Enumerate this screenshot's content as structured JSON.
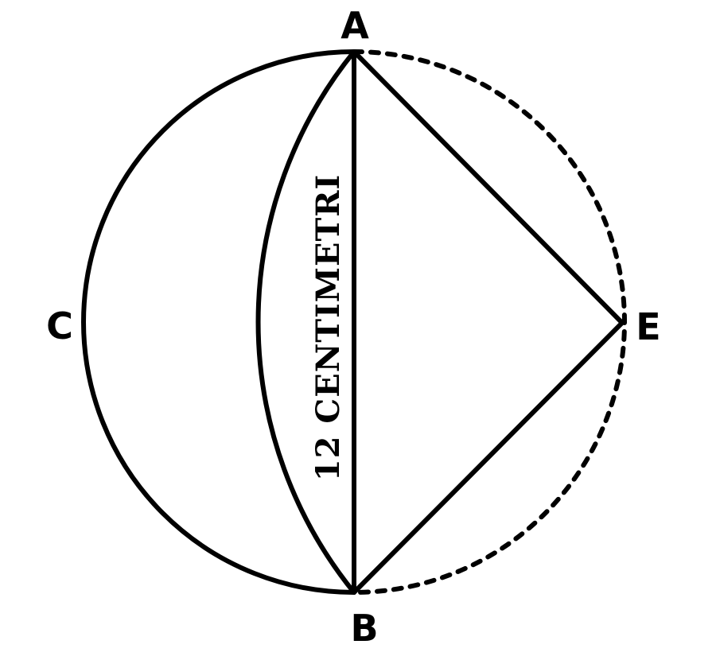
{
  "diagram": {
    "points": {
      "a": "A",
      "b": "B",
      "c": "C",
      "e": "E"
    },
    "measurement": "12 CENTIMETRI",
    "colors": {
      "ink": "#000000",
      "paper": "#ffffff"
    }
  }
}
